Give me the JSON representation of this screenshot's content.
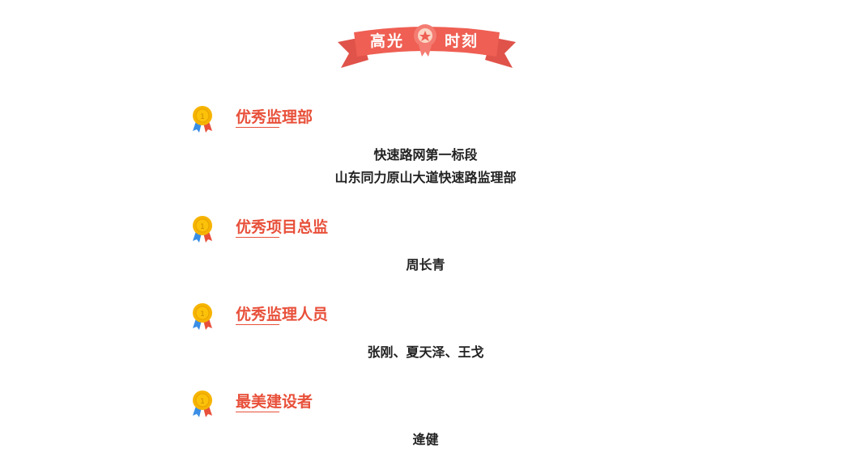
{
  "banner": {
    "left": "高光",
    "right": "时刻"
  },
  "colors": {
    "accent": "#e8503a",
    "banner": "#ef5f53"
  },
  "sections": [
    {
      "title": "优秀监理部",
      "lines": [
        "快速路网第一标段",
        "山东同力原山大道快速路监理部"
      ]
    },
    {
      "title": "优秀项目总监",
      "lines": [
        "周长青"
      ]
    },
    {
      "title": "优秀监理人员",
      "lines": [
        "张刚、夏天泽、王戈"
      ]
    },
    {
      "title": "最美建设者",
      "lines": [
        "逄健"
      ]
    }
  ]
}
